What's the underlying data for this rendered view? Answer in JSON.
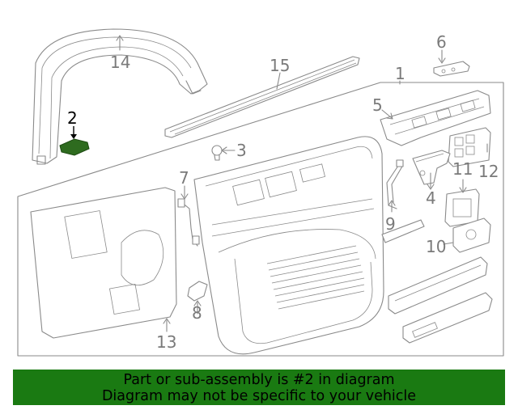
{
  "callouts": [
    {
      "id": "1",
      "text": "1"
    },
    {
      "id": "2",
      "text": "2"
    },
    {
      "id": "3",
      "text": "3"
    },
    {
      "id": "4",
      "text": "4"
    },
    {
      "id": "5",
      "text": "5"
    },
    {
      "id": "6",
      "text": "6"
    },
    {
      "id": "7",
      "text": "7"
    },
    {
      "id": "8",
      "text": "8"
    },
    {
      "id": "9",
      "text": "9"
    },
    {
      "id": "10",
      "text": "10"
    },
    {
      "id": "11",
      "text": "11"
    },
    {
      "id": "12",
      "text": "12"
    },
    {
      "id": "13",
      "text": "13"
    },
    {
      "id": "14",
      "text": "14"
    },
    {
      "id": "15",
      "text": "15"
    }
  ],
  "highlighted_callout": "2",
  "colors": {
    "banner_bg": "#1a7a12",
    "banner_text": "#000000",
    "line_art": "#8a8a8a",
    "callout_text": "#7a7a7a",
    "highlight_text": "#000000",
    "highlight_part": "#2e6b1f"
  },
  "banner": {
    "line1": "Part or sub-assembly is #2 in diagram",
    "line2": "Diagram may not be specific to your vehicle"
  }
}
